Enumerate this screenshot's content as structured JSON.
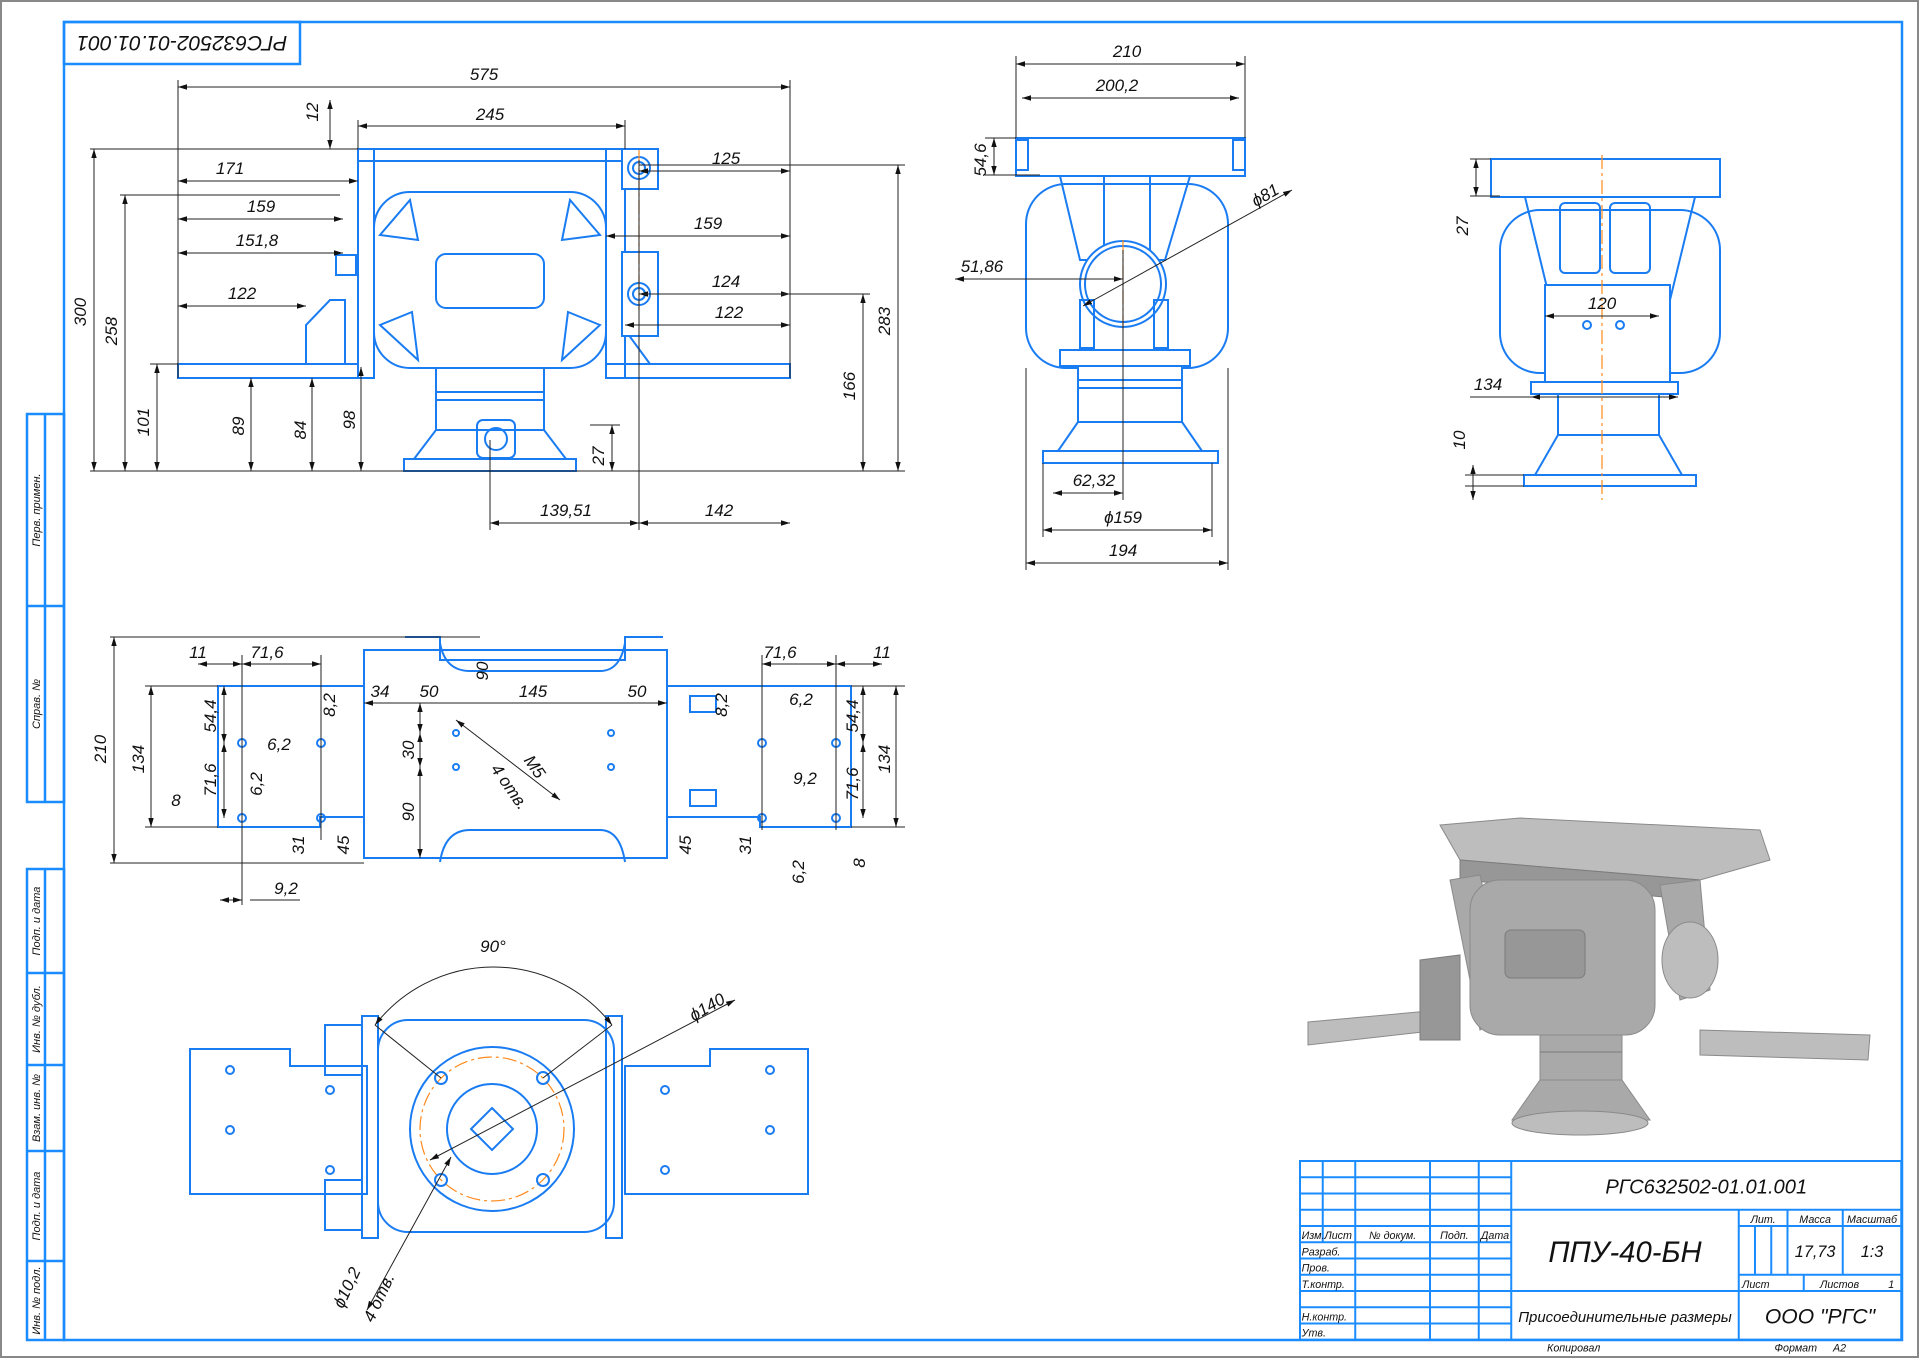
{
  "sheet": {
    "stamp_inverted": "РГС632502-01.01.001",
    "colors": {
      "lines": "#1a7cf2",
      "frame": "#1a8cff",
      "centerline": "#ff8a1c",
      "dimension": "#222222",
      "render": "#a9a9a9"
    }
  },
  "side_strip": [
    "Перв. примен.",
    "Справ. №",
    "Подп. и дата",
    "Инв. № дубл.",
    "Взам. инв. №",
    "Подп. и дата",
    "Инв. № подл."
  ],
  "views": {
    "front": {
      "dims": [
        "575",
        "245",
        "12",
        "171",
        "159",
        "151,8",
        "122",
        "125",
        "159",
        "124",
        "122",
        "300",
        "258",
        "101",
        "89",
        "84",
        "98",
        "27",
        "166",
        "283",
        "139,51",
        "142"
      ]
    },
    "side": {
      "dims": [
        "210",
        "200,2",
        "54,6",
        "ϕ81",
        "51,86",
        "62,32",
        "ϕ159",
        "194"
      ]
    },
    "rear": {
      "dims": [
        "27",
        "120",
        "134",
        "10"
      ]
    },
    "plan": {
      "dims": [
        "11",
        "71,6",
        "210",
        "134",
        "54,4",
        "71,6",
        "8",
        "6,2",
        "6,2",
        "8,2",
        "31",
        "45",
        "9,2",
        "34",
        "50",
        "90",
        "145",
        "50",
        "30",
        "90",
        "M5",
        "4 отв.",
        "71,6",
        "11",
        "8,2",
        "6,2",
        "54,4",
        "134",
        "71,6",
        "9,2",
        "45",
        "31",
        "6,2",
        "8"
      ]
    },
    "bottom": {
      "dims": [
        "90°",
        "ϕ140",
        "ϕ10,2",
        "4 отв."
      ]
    }
  },
  "title_block": {
    "designation": "РГС632502-01.01.001",
    "name": "ППУ-40-БН",
    "doc_title": "Присоединительные размеры",
    "organization": "ООО \"РГС\"",
    "headers": {
      "izm": "Изм.",
      "list": "Лист",
      "doc_no": "№ докум.",
      "sign": "Подп.",
      "date": "Дата",
      "lit": "Лит.",
      "mass": "Масса",
      "scale": "Масштаб",
      "sheet": "Лист",
      "sheets": "Листов"
    },
    "roles": [
      "Разраб.",
      "Пров.",
      "Т.контр.",
      "Н.контр.",
      "Утв."
    ],
    "mass": "17,73",
    "scale": "1:3",
    "sheets_count": "1",
    "copied": "Копировал",
    "format_label": "Формат",
    "format": "А2"
  }
}
